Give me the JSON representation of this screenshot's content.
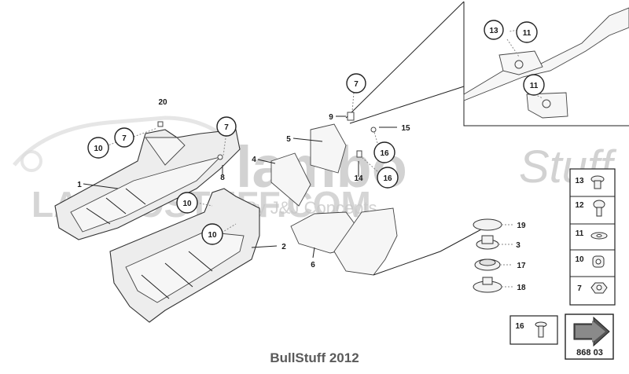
{
  "watermark": {
    "brand_main": "lambo",
    "brand_script": "Stuff",
    "url": "LAMBOSTUFF.COM",
    "tagline": "By J&J Concepts"
  },
  "callouts": {
    "c13a": "13",
    "c11a": "11",
    "c11b": "11",
    "c20": "20",
    "c7a": "7",
    "c10a": "10",
    "c7b": "7",
    "c1": "1",
    "c8": "8",
    "c10b": "10",
    "c10c": "10",
    "c2": "2",
    "c4": "4",
    "c5": "5",
    "c9": "9",
    "c7c": "7",
    "c15": "15",
    "c16a": "16",
    "c14": "14",
    "c16b": "16",
    "c6": "6",
    "c19": "19",
    "c3": "3",
    "c17": "17",
    "c18": "18"
  },
  "legend": {
    "items": [
      "13",
      "12",
      "11",
      "10",
      "7"
    ]
  },
  "bottom_box": {
    "label": "16"
  },
  "diagram_code": "868 03",
  "footer": "BullStuff 2012"
}
